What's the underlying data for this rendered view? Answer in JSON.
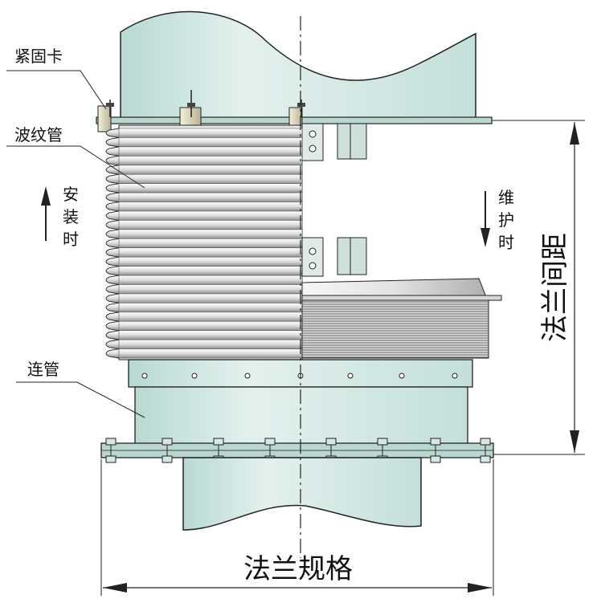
{
  "labels": {
    "clamp": "紧固卡",
    "bellows": "波纹管",
    "connector": "连管",
    "install_chars": [
      "安",
      "装",
      "时"
    ],
    "maintain_chars": [
      "维",
      "护",
      "时"
    ],
    "flange_gap": "法兰间距",
    "flange_spec": "法兰规格"
  },
  "colors": {
    "pipe_fill": "#cfe6e2",
    "pipe_light": "#e6f3f0",
    "bellows_light": "#f2f2f2",
    "bellows_dark": "#9a9a9a",
    "line": "#222222"
  }
}
